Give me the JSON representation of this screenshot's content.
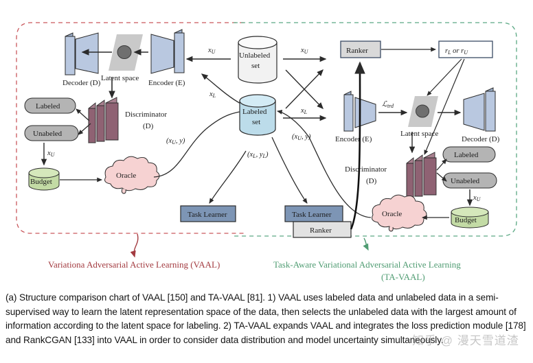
{
  "figure": {
    "left_panel": {
      "framework_caption": "Variationa Adversarial Active Learning (VAAL)",
      "frame_color": "#c9575c",
      "nodes": {
        "decoder": "Decoder (D)",
        "latent_space": "Latent space",
        "encoder": "Encoder (E)",
        "discriminator_line1": "Discriminator",
        "discriminator_line2": "(D)",
        "labeled": "Labeled",
        "unlabeled": "Unabeled",
        "budget": "Budget",
        "oracle": "Oracle",
        "task_learner": "Task Learner"
      },
      "edge_labels": {
        "x_u_to_budget": "x_U",
        "x_u_in": "x_U",
        "x_l_in": "x_L",
        "oracle_out": "(x_U, y)"
      }
    },
    "center_panel": {
      "unlabeled_set_line1": "Unlabeled",
      "unlabeled_set_line2": "set",
      "labeled_set_line1": "Labeled",
      "labeled_set_line2": "set",
      "edge_labels": {
        "x_u_right": "x_U",
        "x_l_right": "x_L",
        "labeled_pair": "(x_L, y_L)"
      }
    },
    "right_panel": {
      "framework_caption_line1": "Task-Aware Variational Adversarial Active Learning",
      "framework_caption_line2": "(TA-VAAL)",
      "frame_color": "#5aa883",
      "nodes": {
        "ranker_top": "Ranker",
        "rank_out": "r_L or r_U",
        "encoder": "Encoder (E)",
        "latent_space": "Latent space",
        "decoder": "Decoder (D)",
        "discriminator_line1": "Discriminator",
        "discriminator_line2": "(D)",
        "labeled": "Labeled",
        "unlabeled": "Unabeled",
        "budget": "Budget",
        "oracle": "Oracle",
        "task_learner": "Task Learner",
        "ranker_bottom": "Ranker"
      },
      "edge_labels": {
        "loss": "L_trd",
        "x_u_to_budget": "x_U",
        "oracle_pair": "(x_U, y)"
      }
    },
    "palette": {
      "encoder_face": "#b9c8e0",
      "encoder_side": "#9db0cc",
      "discriminator_face": "#8f6273",
      "discriminator_side": "#a8808f",
      "latent_bg": "#c9c9c9",
      "latent_dot": "#6f6f6f",
      "pill_gray": "#b4b4b4",
      "budget_green": "#c3dba5",
      "oracle_pink": "#f6d2d2",
      "task_learner_blue": "#7d95b5",
      "ranker_gray": "#d9d9d9",
      "labeled_set_blue": "#bcdcea",
      "unlabeled_set_white": "#f2f2f2"
    }
  },
  "caption": {
    "text": "(a) Structure comparison chart of VAAL [150] and TA-VAAL [81]. 1) VAAL uses labeled data and unlabeled data in a semi-supervised way to learn the latent representation space of the data, then selects the unlabeled data with the largest amount of information according to the latent space for labeling. 2) TA-VAAL expands VAAL and integrates the loss prediction module [178] and RankCGAN [133] into VAAL in order to consider data distribution and model uncertainty simultaneously."
  },
  "watermark": {
    "text": "知乎 @ 漫天雪道渣"
  }
}
